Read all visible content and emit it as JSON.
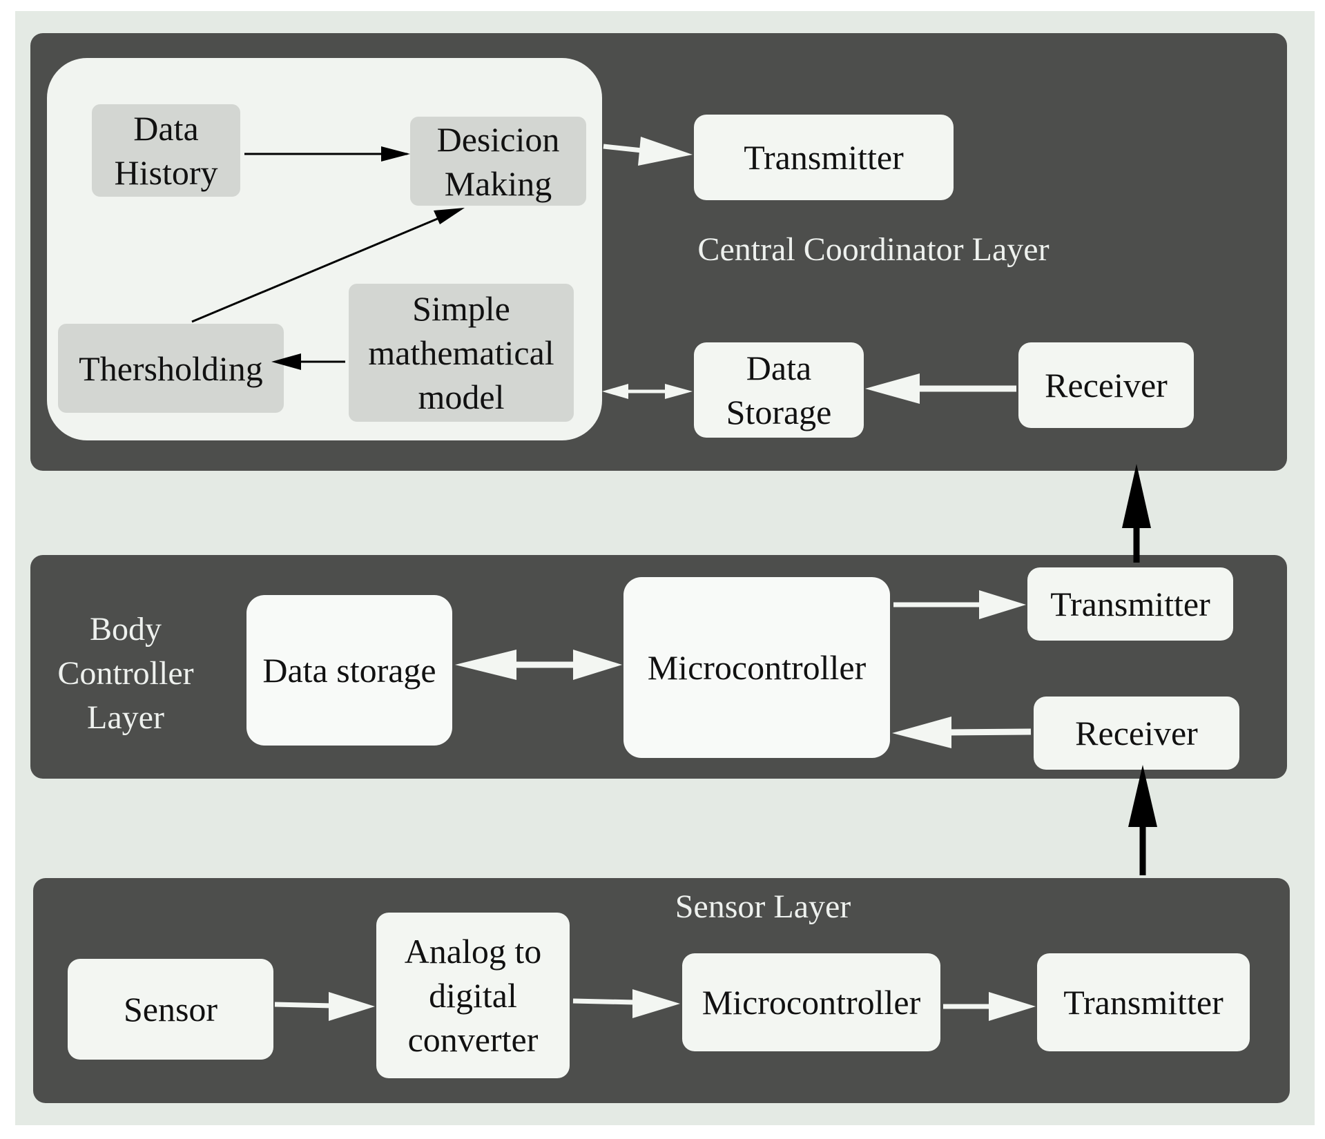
{
  "central": {
    "title": "Central Coordinator Layer",
    "data_history": "Data\nHistory",
    "decision_making": "Desicion\nMaking",
    "thresholding": "Thersholding",
    "math_model": "Simple\nmathematical\nmodel",
    "transmitter": "Transmitter",
    "data_storage": "Data\nStorage",
    "receiver": "Receiver"
  },
  "body": {
    "title": "Body\nController\nLayer",
    "data_storage": "Data storage",
    "microcontroller": "Microcontroller",
    "transmitter": "Transmitter",
    "receiver": "Receiver"
  },
  "sensor": {
    "title": "Sensor Layer",
    "sensor": "Sensor",
    "adc": "Analog to\ndigital\nconverter",
    "microcontroller": "Microcontroller",
    "transmitter": "Transmitter"
  },
  "colors": {
    "layer_bg": "#4d4e4c",
    "page_bg": "#e4eae4",
    "box_fill": "#f3f6f2",
    "grey_box_fill": "#d3d6d2"
  }
}
